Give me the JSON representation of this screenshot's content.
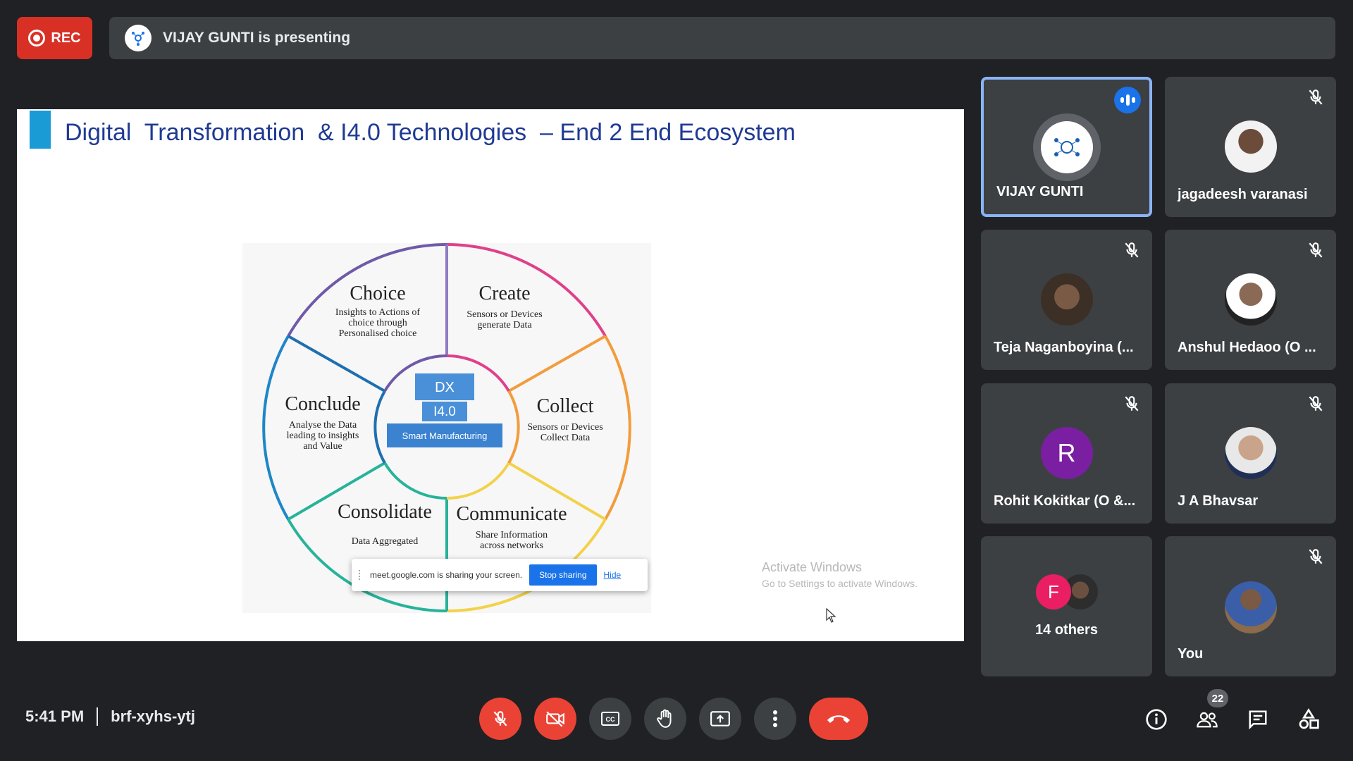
{
  "top": {
    "rec_label": "REC",
    "presenting_text": "VIJAY GUNTI is presenting"
  },
  "slide": {
    "title": "Digital  Transformation  & I4.0 Technologies  – End 2 End Ecosystem",
    "wheel": {
      "center": {
        "line1": "DX",
        "line2": "I4.0",
        "line3": "Smart Manufacturing"
      },
      "segments": [
        {
          "title": "Choice",
          "desc": [
            "Insights to Actions of",
            "choice through",
            "Personalised choice"
          ]
        },
        {
          "title": "Create",
          "desc": [
            "Sensors or Devices",
            "generate Data"
          ]
        },
        {
          "title": "Collect",
          "desc": [
            "Sensors or Devices",
            "Collect Data"
          ]
        },
        {
          "title": "Communicate",
          "desc": [
            "Share Information",
            "across networks"
          ]
        },
        {
          "title": "Consolidate",
          "desc": [
            "Data Aggregated"
          ]
        },
        {
          "title": "Conclude",
          "desc": [
            "Analyse the Data",
            "leading to insights",
            "and Value"
          ]
        }
      ]
    },
    "share_bar": {
      "text": "meet.google.com is sharing your screen.",
      "stop_label": "Stop sharing",
      "hide_label": "Hide"
    },
    "watermark": {
      "line1": "Activate Windows",
      "line2": "Go to Settings to activate Windows."
    }
  },
  "participants": [
    {
      "name": "VIJAY GUNTI",
      "speaking": true
    },
    {
      "name": "jagadeesh varanasi",
      "muted": true
    },
    {
      "name": "Teja Naganboyina (...",
      "muted": true
    },
    {
      "name": "Anshul Hedaoo (O ...",
      "muted": true
    },
    {
      "name": "Rohit Kokitkar (O &...",
      "muted": true,
      "initial": "R",
      "avatar_color": "#7b1fa2"
    },
    {
      "name": "J A Bhavsar",
      "muted": true
    },
    {
      "name": "14 others",
      "initial": "F",
      "avatar_color": "#e91e63"
    },
    {
      "name": "You",
      "muted": true
    }
  ],
  "bottom": {
    "time": "5:41 PM",
    "meeting_code": "brf-xyhs-ytj",
    "people_count": "22"
  },
  "colors": {
    "background": "#202124",
    "tile": "#3c4043",
    "danger": "#ea4335",
    "accent": "#8ab4f8"
  }
}
